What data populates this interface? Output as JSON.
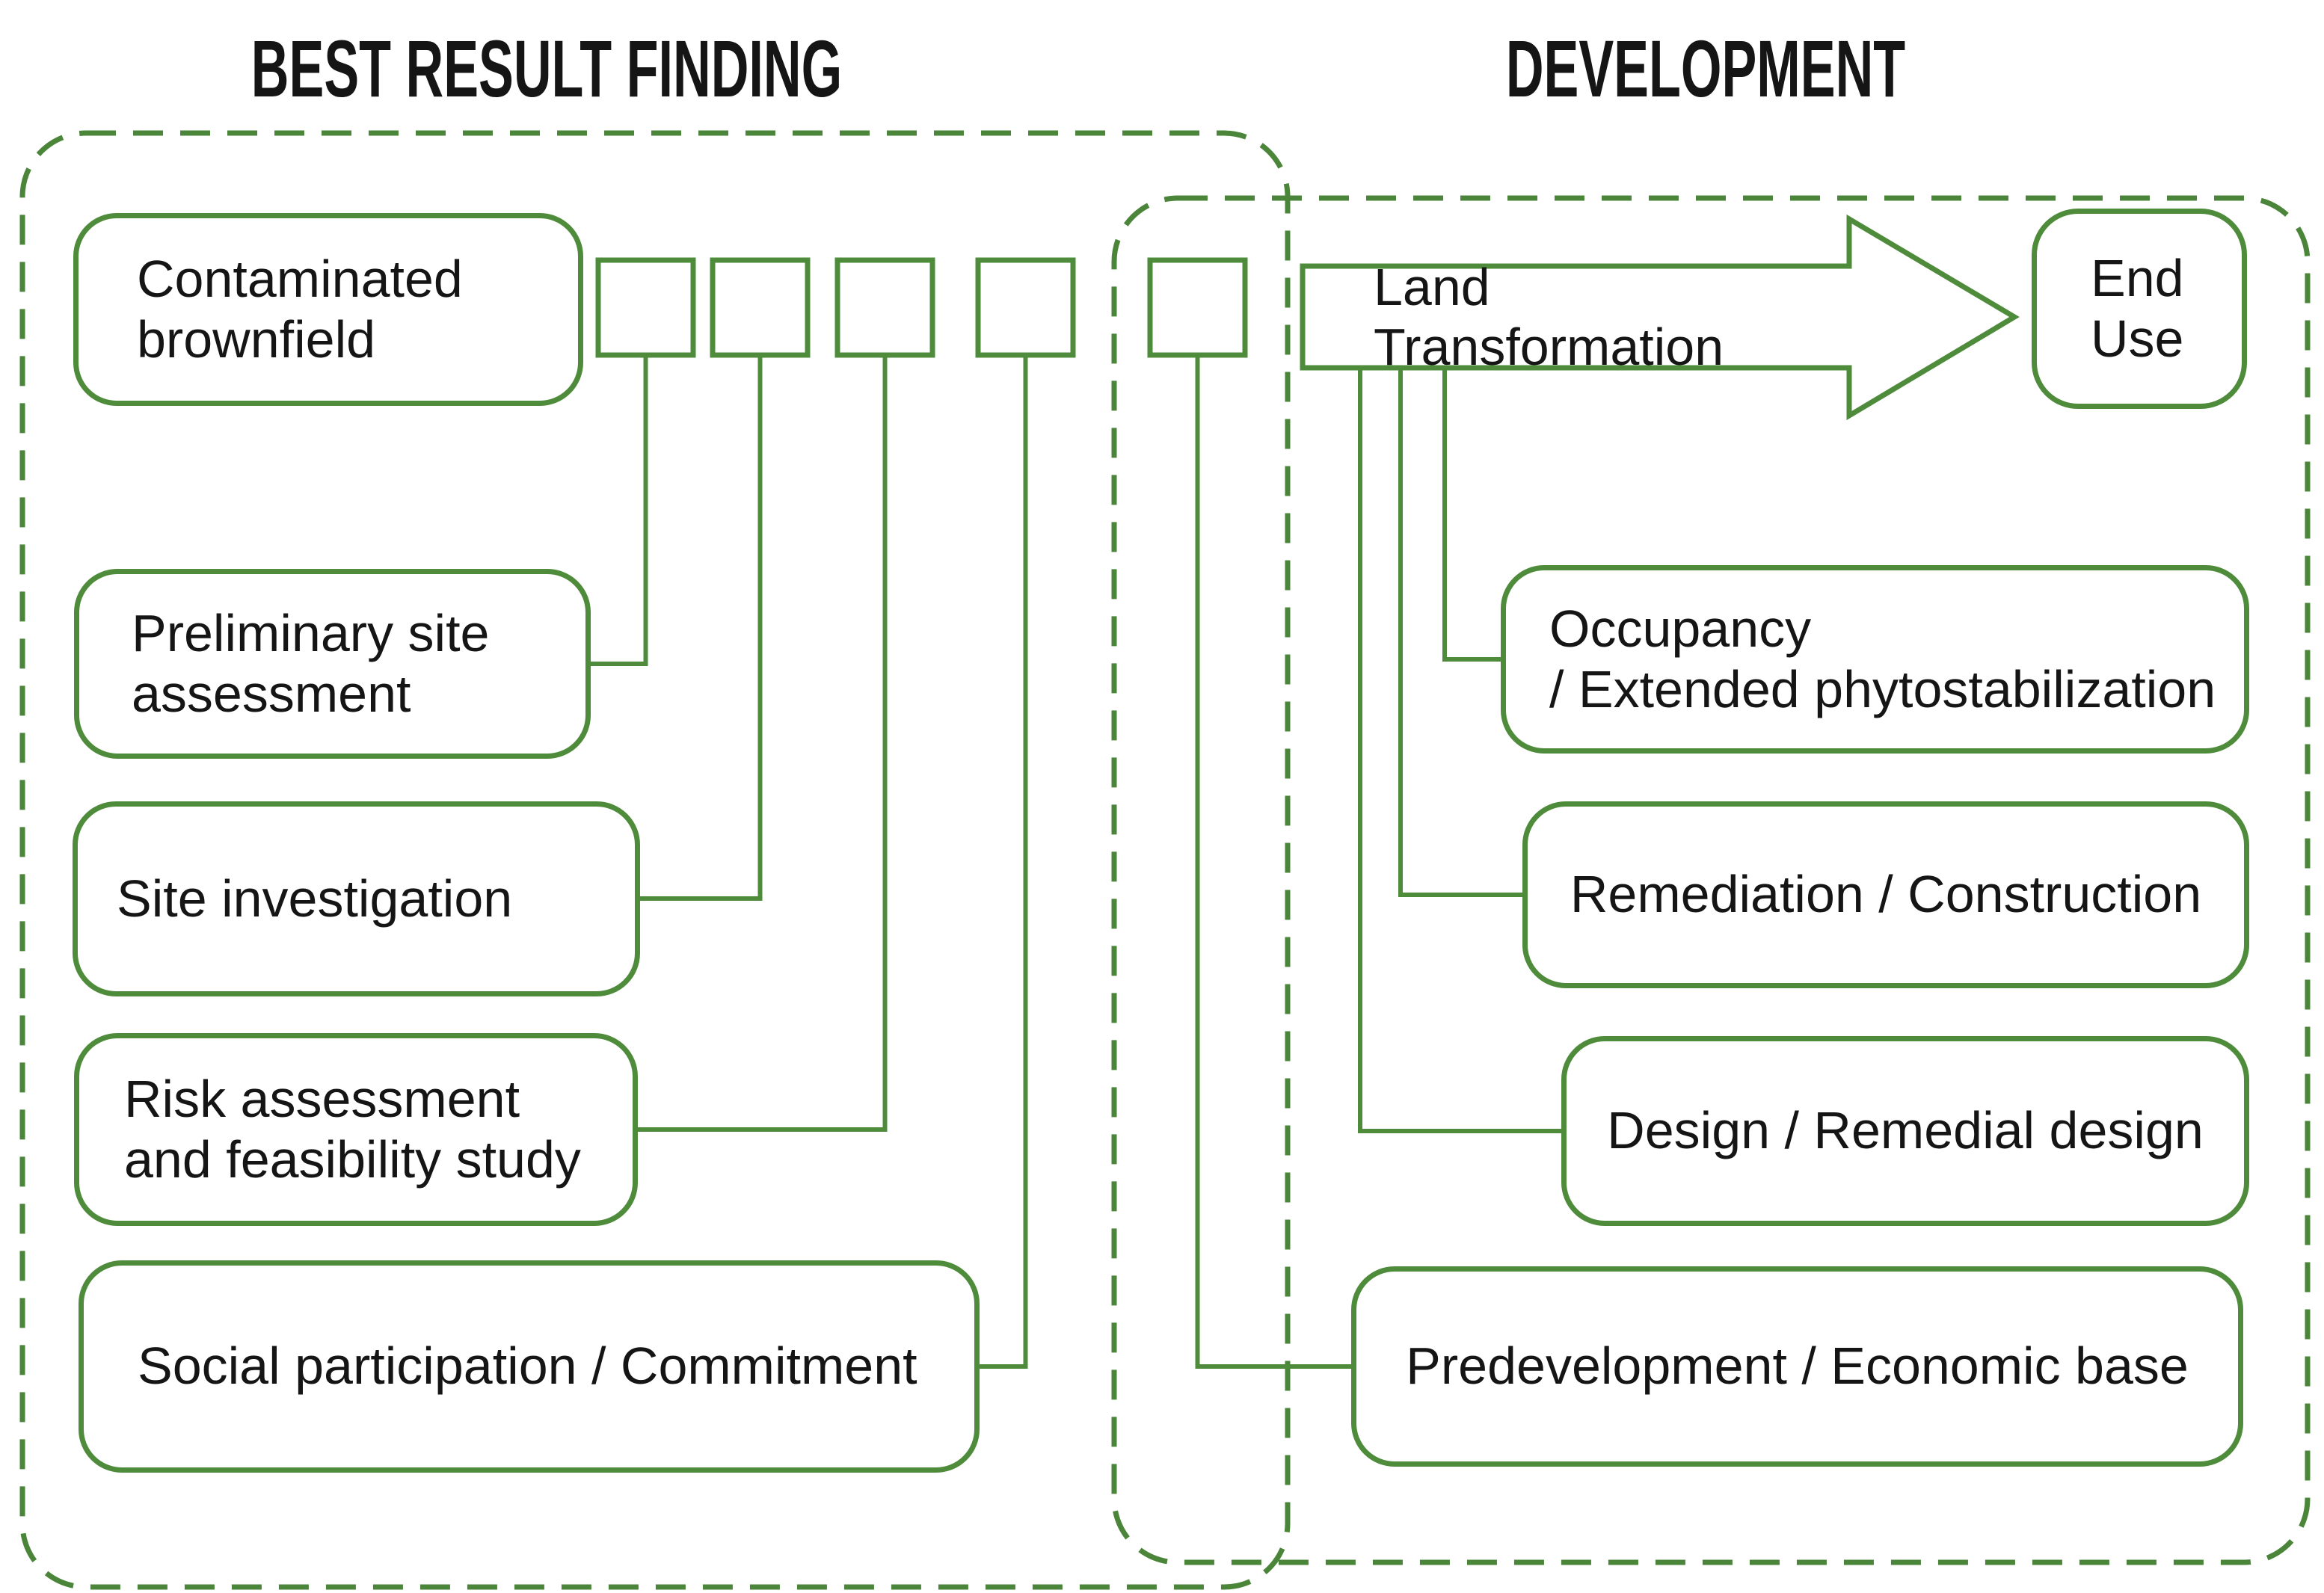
{
  "titles": {
    "left": "BEST RESULT FINDING",
    "right": "DEVELOPMENT"
  },
  "nodes": {
    "contaminated": {
      "line1": "Contaminated",
      "line2": "brownfield"
    },
    "preliminary": {
      "line1": "Preliminary site",
      "line2": "assessment"
    },
    "site_investigation": {
      "line1": "Site investigation"
    },
    "risk": {
      "line1": "Risk assessment",
      "line2": "and feasibility study"
    },
    "social": {
      "line1": "Social participation / Commitment"
    },
    "land_transformation": {
      "label": "Land Transformation"
    },
    "end_use": {
      "line1": "End",
      "line2": "Use"
    },
    "occupancy": {
      "line1": "Occupancy",
      "line2": "/ Extended phytostabilization"
    },
    "remediation": {
      "line1": "Remediation / Construction"
    },
    "design": {
      "line1": "Design / Remedial design"
    },
    "predevelopment": {
      "line1": "Predevelopment / Economic base"
    }
  },
  "colors": {
    "stroke": "#4e8c3b",
    "dashed": "#4a8539",
    "text": "#151515",
    "background": "#ffffff"
  }
}
